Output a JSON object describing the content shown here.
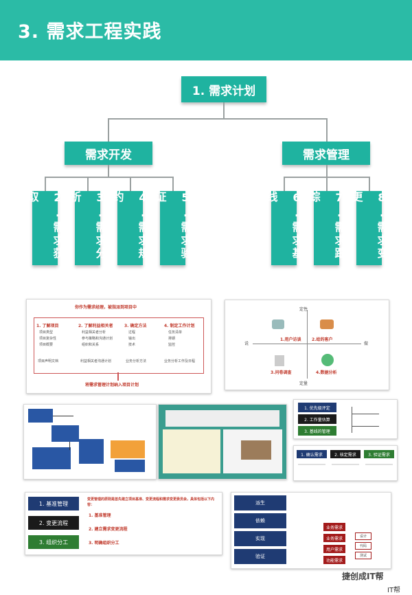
{
  "header": {
    "title": "3. 需求工程实践",
    "color": "#2bbba6"
  },
  "tree": {
    "root": "1. 需求计划",
    "left_group": "需求开发",
    "right_group": "需求管理",
    "left_items": [
      "2.需求获取",
      "3.需求分析",
      "4.需求规约",
      "5.需求验证"
    ],
    "right_items": [
      "6.需求基线",
      "7.需求跟踪",
      "8.需求变更"
    ],
    "box_color": "#1fb3a0"
  },
  "thumb_plan": {
    "heading": "你作为需求经理，被指派到项目中",
    "footer": "将需求管理计划纳入项目计划",
    "cols": [
      {
        "title": "1. 了解项目",
        "items": [
          "项目类型",
          "项目复杂性",
          "项目概要"
        ],
        "note": "项目声明文档"
      },
      {
        "title": "2. 了解利益相关者",
        "items": [
          "利益相关者分析",
          "参与策略和沟通计划",
          "组织和关系"
        ],
        "note": "利益相关者沟通计划"
      },
      {
        "title": "3. 确定方法",
        "items": [
          "过程",
          "输出",
          "技术"
        ],
        "note": "业务分析方法"
      },
      {
        "title": "4. 制定工作计划",
        "items": [
          "任务清单",
          "排期",
          "监控"
        ],
        "note": "业务分析工作及日程"
      }
    ]
  },
  "thumb_gather": {
    "top": "定性",
    "bottom": "定量",
    "left": "说",
    "right": "做",
    "quadrants": [
      "1.用户访谈",
      "2.给的客户",
      "3.问卷调查",
      "4.数据分析"
    ]
  },
  "thumb_list_steps": [
    "1. 优先级评定",
    "2. 工作量估算",
    "3. 基线的管理"
  ],
  "thumb_confirm_steps": [
    "1. 确认需求",
    "2. 核定需求",
    "3. 验证需求"
  ],
  "thumb_change": {
    "steps": [
      "1. 基准管理",
      "2. 变更流程",
      "3. 组织分工"
    ],
    "headline": "变更管理的原则是首先建立项目基准、变更流程和需求变更委员会，具体包括以下内容：",
    "points": [
      "1. 基准管理",
      "2. 建立需求变更流程",
      "3. 明确组织分工"
    ]
  },
  "thumb_trace": {
    "labels": [
      "派生",
      "依赖",
      "实现",
      "验证"
    ],
    "right_boxes": [
      "业务需求",
      "业务需求",
      "用户需求",
      "功能需求"
    ],
    "right_side": [
      "设计",
      "代码",
      "测试"
    ]
  },
  "watermark": {
    "brand": "捷创成IT帮",
    "corner": "IT帮"
  }
}
